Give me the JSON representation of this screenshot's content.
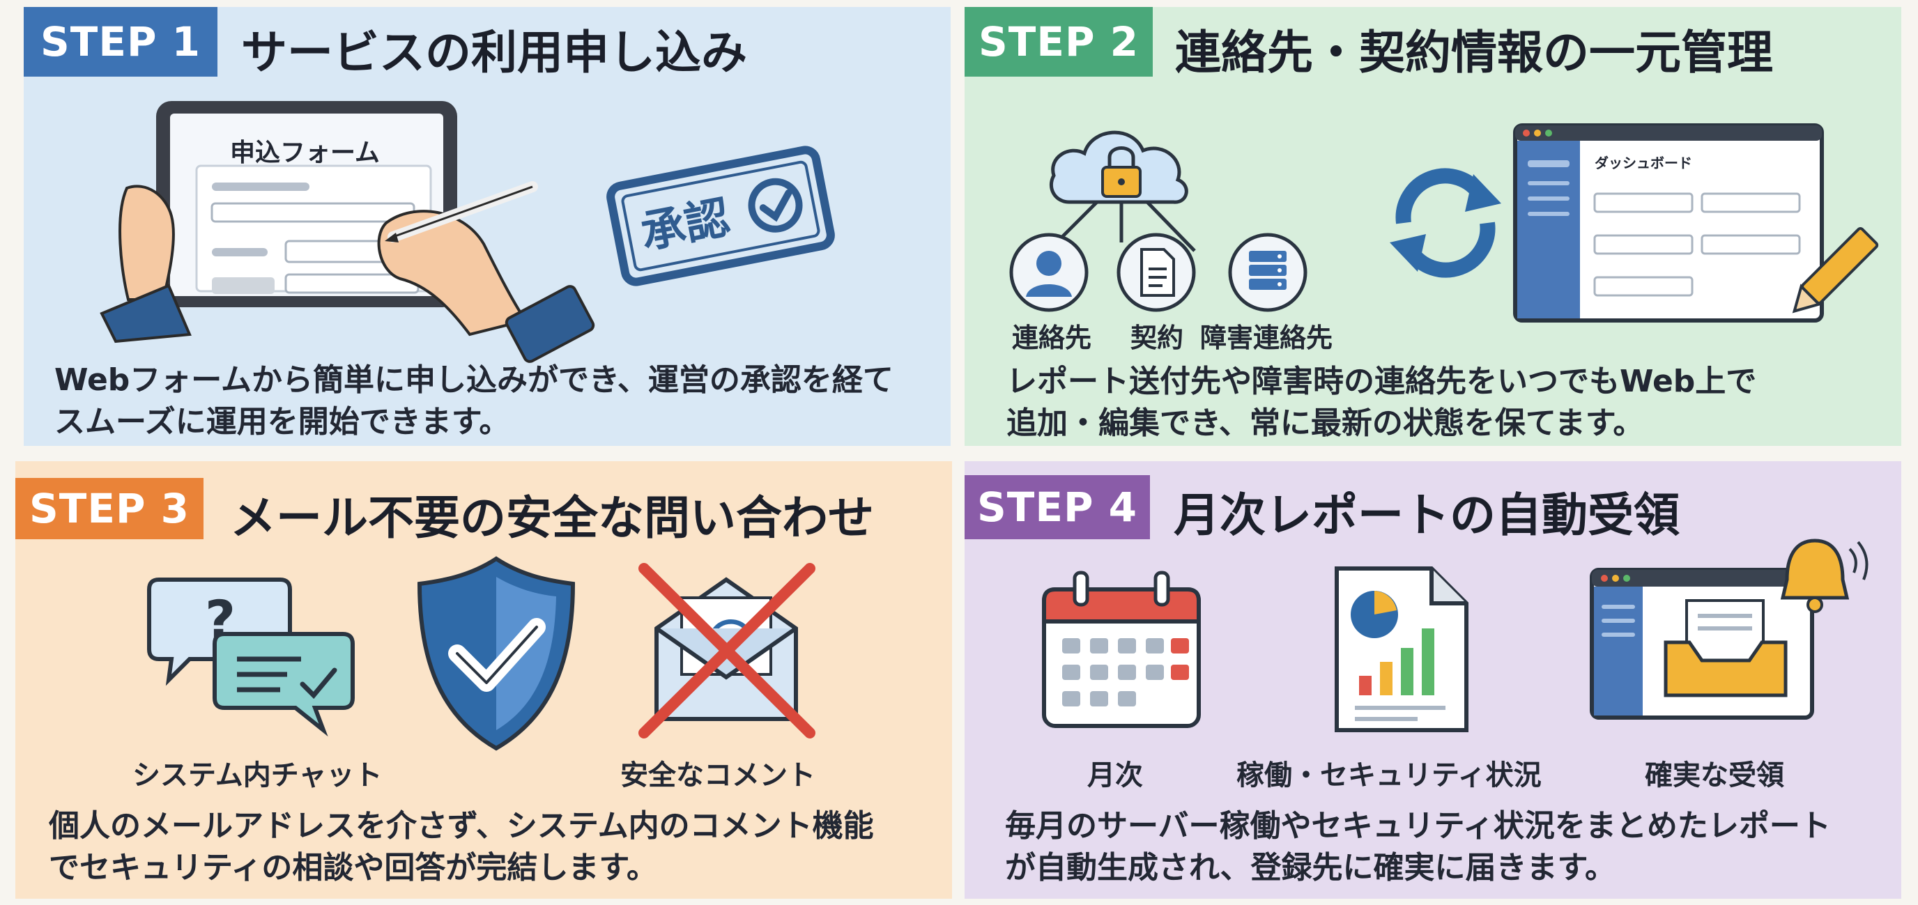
{
  "steps": [
    {
      "badge": "STEP 1",
      "title": "サービスの利用申し込み",
      "form_title": "申込フォーム",
      "stamp": "承認",
      "desc_line1": "Webフォームから簡単に申し込みができ、運営の承認を経て",
      "desc_line2": "スムーズに運用を開始できます。"
    },
    {
      "badge": "STEP 2",
      "title": "連絡先・契約情報の一元管理",
      "dashboard_title": "ダッシュボード",
      "labels": [
        "連絡先",
        "契約",
        "障害連絡先"
      ],
      "desc_line1": "レポート送付先や障害時の連絡先をいつでもWeb上で",
      "desc_line2": "追加・編集でき、常に最新の状態を保てます。"
    },
    {
      "badge": "STEP 3",
      "title": "メール不要の安全な問い合わせ",
      "labels": [
        "システム内チャット",
        "安全なコメント"
      ],
      "desc_line1": "個人のメールアドレスを介さず、システム内のコメント機能",
      "desc_line2": "でセキュリティの相談や回答が完結します。"
    },
    {
      "badge": "STEP 4",
      "title": "月次レポートの自動受領",
      "labels": [
        "月次",
        "稼働・セキュリティ状況",
        "確実な受領"
      ],
      "desc_line1": "毎月のサーバー稼働やセキュリティ状況をまとめたレポート",
      "desc_line2": "が自動生成され、登録先に確実に届きます。"
    }
  ],
  "colors": {
    "step1": "#3d73b4",
    "step2": "#4aa87a",
    "step3": "#ea8338",
    "step4": "#8a5ca8"
  }
}
